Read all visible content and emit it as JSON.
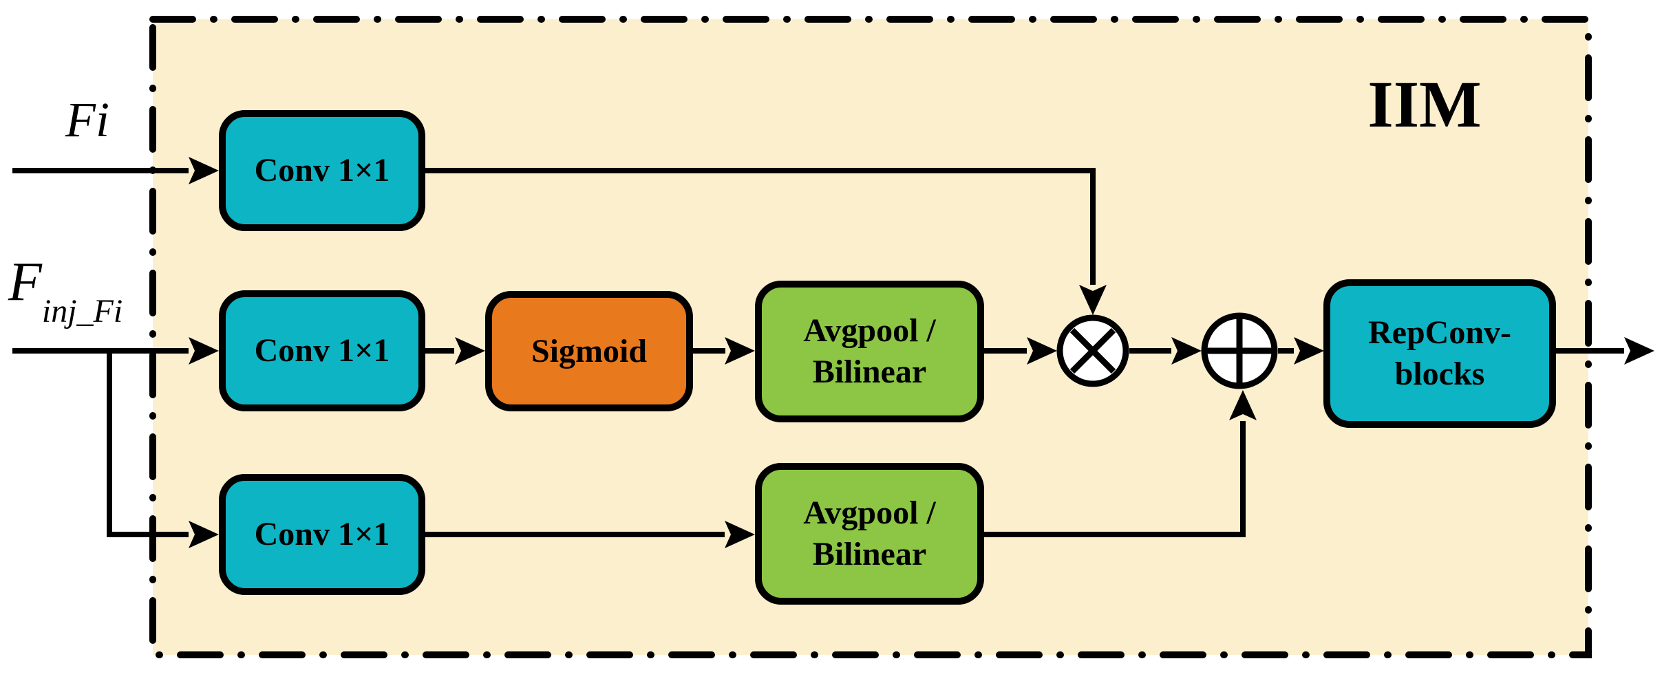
{
  "figure": {
    "module_title": "IIM",
    "inputs": {
      "top_label": "Fi",
      "bottom_label_base": "F",
      "bottom_label_subscript": "inj_Fi"
    },
    "blocks": {
      "conv_top": "Conv 1×1",
      "conv_middle": "Conv 1×1",
      "conv_bottom": "Conv 1×1",
      "sigmoid": "Sigmoid",
      "avgpool_middle": {
        "line1": "Avgpool /",
        "line2": "Bilinear"
      },
      "avgpool_bottom": {
        "line1": "Avgpool /",
        "line2": "Bilinear"
      },
      "repconv": {
        "line1": "RepConv-",
        "line2": "blocks"
      }
    },
    "operators": {
      "multiply_node": "circled-multiply",
      "add_node": "circled-plus"
    },
    "colors": {
      "page_background": "#FFFFFF",
      "panel_fill": "#FBEFCE",
      "conv_fill": "#0DB4C4",
      "sigmoid_fill": "#E8791D",
      "avgpool_fill": "#8CC644",
      "node_fill": "#FFFFFF",
      "line_color": "#000000"
    }
  }
}
